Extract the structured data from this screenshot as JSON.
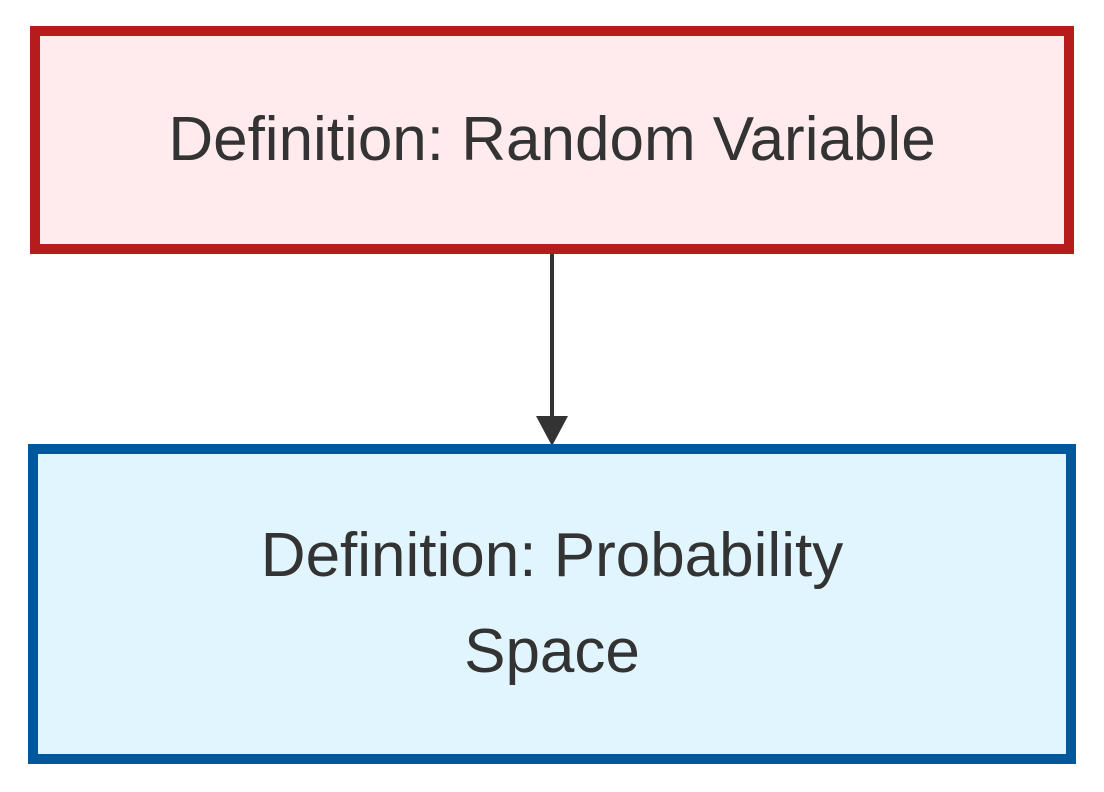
{
  "nodes": {
    "random_variable": {
      "label": "Definition: Random Variable",
      "border_color": "#b71c1c",
      "fill_color": "#ffebee"
    },
    "probability_space": {
      "label": "Definition: Probability Space",
      "border_color": "#01579b",
      "fill_color": "#e1f5fe"
    }
  },
  "edges": [
    {
      "from": "random_variable",
      "to": "probability_space",
      "color": "#333333"
    }
  ]
}
